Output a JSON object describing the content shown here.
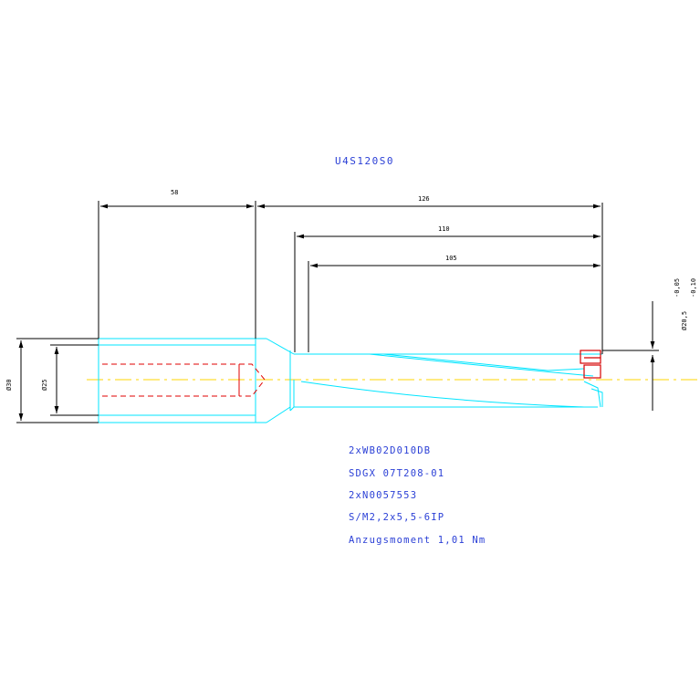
{
  "title": "U4S120S0",
  "dimensions": {
    "d30": "Ø30",
    "d25": "Ø25",
    "d20_5": "Ø20,5",
    "tol_upper": "-0,05",
    "tol_lower": "-0,10",
    "l58": "58",
    "l126": "126",
    "l110": "110",
    "l105": "105"
  },
  "notes": [
    "2xWB02D010DB",
    "SDGX 07T208-01",
    "2xN0057553",
    "S/M2,2x5,5-6IP",
    "Anzugsmoment 1,01 Nm"
  ],
  "colors": {
    "outline": "#00e5ff",
    "dimension": "#000000",
    "text": "#2a3fd6",
    "centerline": "#ffd400",
    "hidden": "#e00000",
    "insert": "#d40000"
  }
}
